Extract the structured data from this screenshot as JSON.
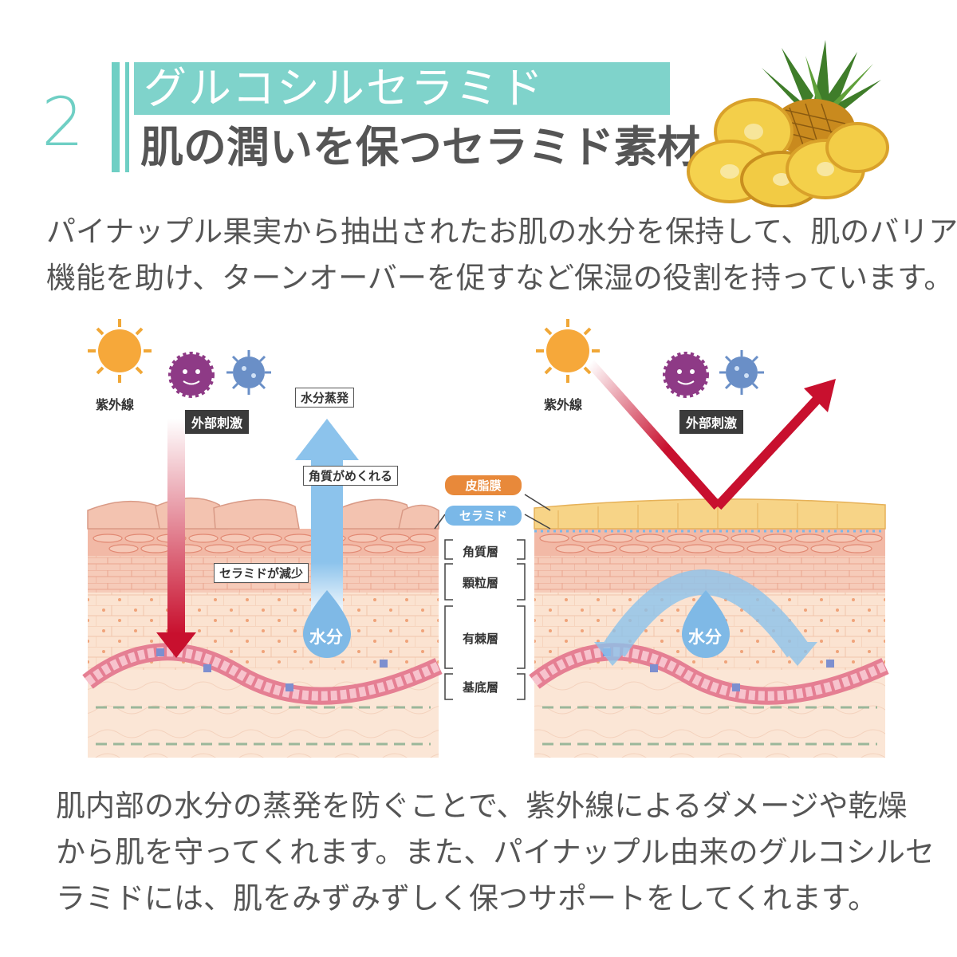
{
  "header": {
    "number": "2",
    "title": "グルコシルセラミド",
    "subtitle": "肌の潤いを保つセラミド素材"
  },
  "intro": {
    "line1": "パイナップル果実から抽出されたお肌の水分を保持して、肌のバリア",
    "line2": "機能を助け、ターンオーバーを促すなど保湿の役割を持っています。"
  },
  "diagram": {
    "left": {
      "uv_label": "紫外線",
      "stimulus_label": "外部刺激",
      "evaporation_label": "水分蒸発",
      "peeling_label": "角質がめくれる",
      "ceramide_decrease_label": "セラミドが減少",
      "water_label": "水分"
    },
    "center": {
      "sebum_label": "皮脂膜",
      "ceramide_label": "セラミド",
      "layers": [
        "角質層",
        "顆粒層",
        "有棘層",
        "基底層"
      ]
    },
    "right": {
      "uv_label": "紫外線",
      "stimulus_label": "外部刺激",
      "water_label": "水分"
    }
  },
  "outro": {
    "line1": "肌内部の水分の蒸発を防ぐことで、紫外線によるダメージや乾燥",
    "line2": "から肌を守ってくれます。また、パイナップル由来のグルコシルセ",
    "line3": "ラミドには、肌をみずみずしく保つサポートをしてくれます。"
  },
  "colors": {
    "accent": "#6fcfc4",
    "sebum": "#e8893a",
    "ceramide": "#7ab8e8",
    "arrow_red": "#c8102e",
    "water_blue": "#7fb9e6"
  }
}
